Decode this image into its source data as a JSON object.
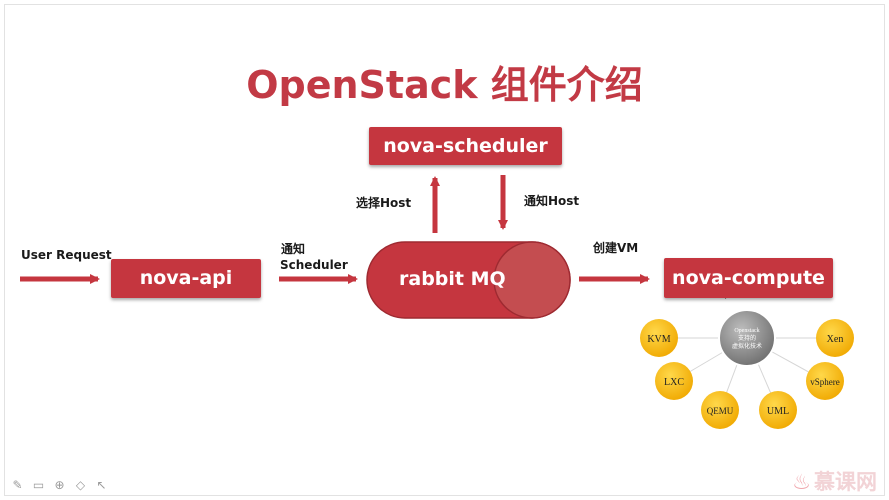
{
  "title": "OpenStack 组件介绍",
  "nodes": {
    "scheduler": "nova-scheduler",
    "api": "nova-api",
    "mq": "rabbit MQ",
    "compute": "nova-compute"
  },
  "labels": {
    "user_request": "User Request",
    "notify_1": "通知",
    "notify_2": "Scheduler",
    "select_host": "选择Host",
    "notify_host": "通知Host",
    "create_vm": "创建VM"
  },
  "hypervisors": {
    "center_lines": [
      "Openstack",
      "支持的",
      "虚拟化技术"
    ],
    "items": [
      "KVM",
      "Xen",
      "LXC",
      "vSphere",
      "QEMU",
      "UML"
    ]
  },
  "watermark": "慕课网",
  "colors": {
    "accent": "#c5363f",
    "title": "#c23a45",
    "hypervisor": "#f5b800"
  }
}
